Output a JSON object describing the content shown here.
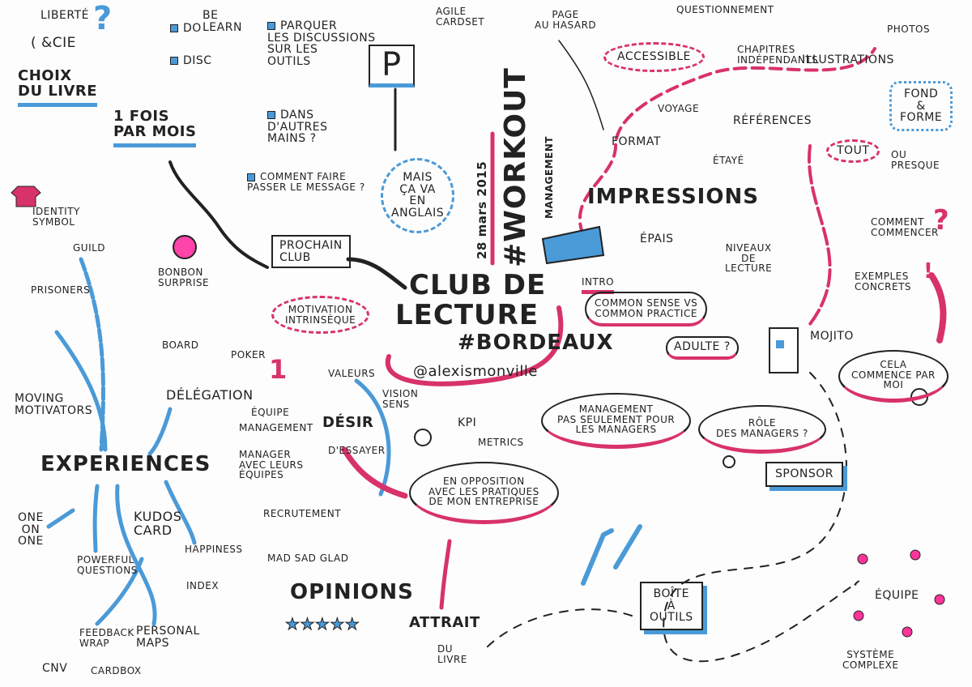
{
  "colors": {
    "blue": "#4a9ad8",
    "pink": "#d8326a",
    "ink": "#222222"
  },
  "center": {
    "title_line1": "Club de",
    "title_line2": "Lecture",
    "hashtag": "#Bordeaux",
    "author": "@alexismonville",
    "date": "28 mars 2015",
    "event": "#Workout",
    "event_sub": "Management"
  },
  "top_left": {
    "liberte": "Liberté",
    "cie": "( &Cie",
    "question": "?",
    "choix": "Choix\ndu livre",
    "do": "Do",
    "be_learn": "Be\nLearn",
    "disc": "DISC",
    "parquer": "Parquer\nles discussions\nsur les\noutils",
    "parking_sign": "P",
    "dans": "Dans\nd'autres\nmains ?",
    "comment_faire": "Comment faire\npasser le message ?",
    "anglais": "Mais\nça va\nen\nanglais",
    "fois": "1 fois\npar mois",
    "prochain": "Prochain\nclub",
    "bonbon": "Bonbon\nsurprise",
    "identity": "Identity\nsymbol",
    "guild": "Guild",
    "prisoners": "Prisoners",
    "motivation": "Motivation\nintrinsèque"
  },
  "top_right": {
    "agile": "Agile\ncardset",
    "page": "Page\nau hasard",
    "questionnement": "Questionnement",
    "accessible": "Accessible",
    "chapitres": "Chapitres\nindépendants",
    "photos": "Photos",
    "illustrations": "Illustrations",
    "fond": "Fond\n&\nforme",
    "voyage": "Voyage",
    "format": "Format",
    "references": "Références",
    "etaye": "Étayé",
    "tout": "Tout",
    "presque": "ou\npresque",
    "impressions": "Impressions",
    "epais": "Épais",
    "niveaux": "Niveaux\nde\nlecture",
    "commencer": "Comment\ncommencer",
    "commencer_mark": "?",
    "exemples": "Exemples\nconcrets",
    "exemples_mark": "!",
    "intro": "Intro",
    "common": "Common sense vs\ncommon practice",
    "adulte": "Adulte ?",
    "mojito": "Mojito",
    "cela": "Cela\ncommence par\nmoi"
  },
  "bottom_left": {
    "board": "Board",
    "poker": "Poker",
    "delegation": "Délégation",
    "equipe": "Équipe",
    "management": "management",
    "manager": "Manager\navec leurs\néquipes",
    "moving": "Moving\nmotivators",
    "experiences": "Experiences",
    "one": "One\non\none",
    "powerful": "Powerful\nquestions",
    "kudos": "Kudos\ncard",
    "happiness": "Happiness",
    "index": "Index",
    "mad": "Mad sad glad",
    "feedback": "Feedback\nwrap",
    "personal": "Personal\nmaps",
    "cnv": "CNV",
    "cardbox": "Cardbox",
    "recrutement": "Recrutement",
    "one_mark": "1"
  },
  "bottom_center": {
    "valeurs": "Valeurs",
    "vision": "Vision\nsens",
    "desir": "Désir",
    "essayer": "d'essayer",
    "kpi": "KPI",
    "metrics": "Metrics",
    "opposition": "En opposition\navec les pratiques\nde mon entreprise",
    "opinions": "Opinions",
    "stars": 5,
    "attrait": "Attrait",
    "du_livre": "du\nlivre"
  },
  "bottom_right": {
    "management_bubble": "Management\npas seulement pour\nles managers",
    "role": "Rôle\ndes managers ?",
    "sponsor": "Sponsor",
    "boite": "Boîte\nà\noutils",
    "equipe": "Équipe",
    "systeme": "Système\ncomplexe"
  }
}
